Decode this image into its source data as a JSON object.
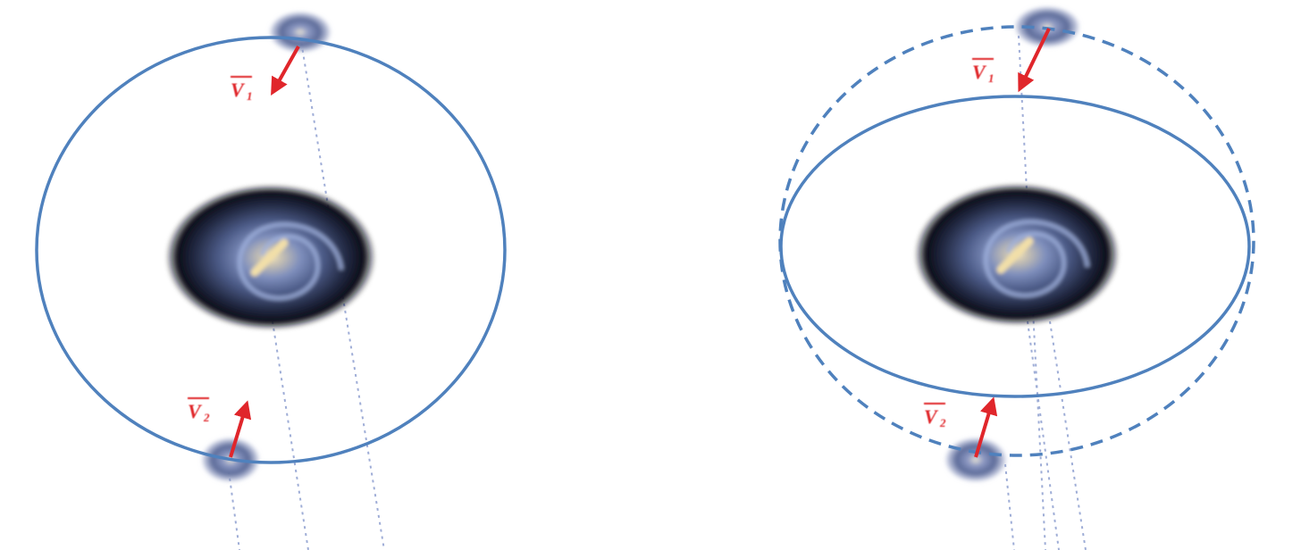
{
  "colors": {
    "orbit": "#4f81bd",
    "velocity": "#e0262b",
    "guide": "#8e9fd0",
    "galaxy_core": "#f2dfa8",
    "galaxy_halo": "#0d1020",
    "galaxy_arm": "#6f84b8"
  },
  "labels": {
    "left_v1_base": "V",
    "left_v1_sub": "1",
    "left_v2_base": "V",
    "left_v2_sub": "2",
    "right_v1_base": "V",
    "right_v1_sub": "1",
    "right_v2_base": "V",
    "right_v2_sub": "2"
  }
}
